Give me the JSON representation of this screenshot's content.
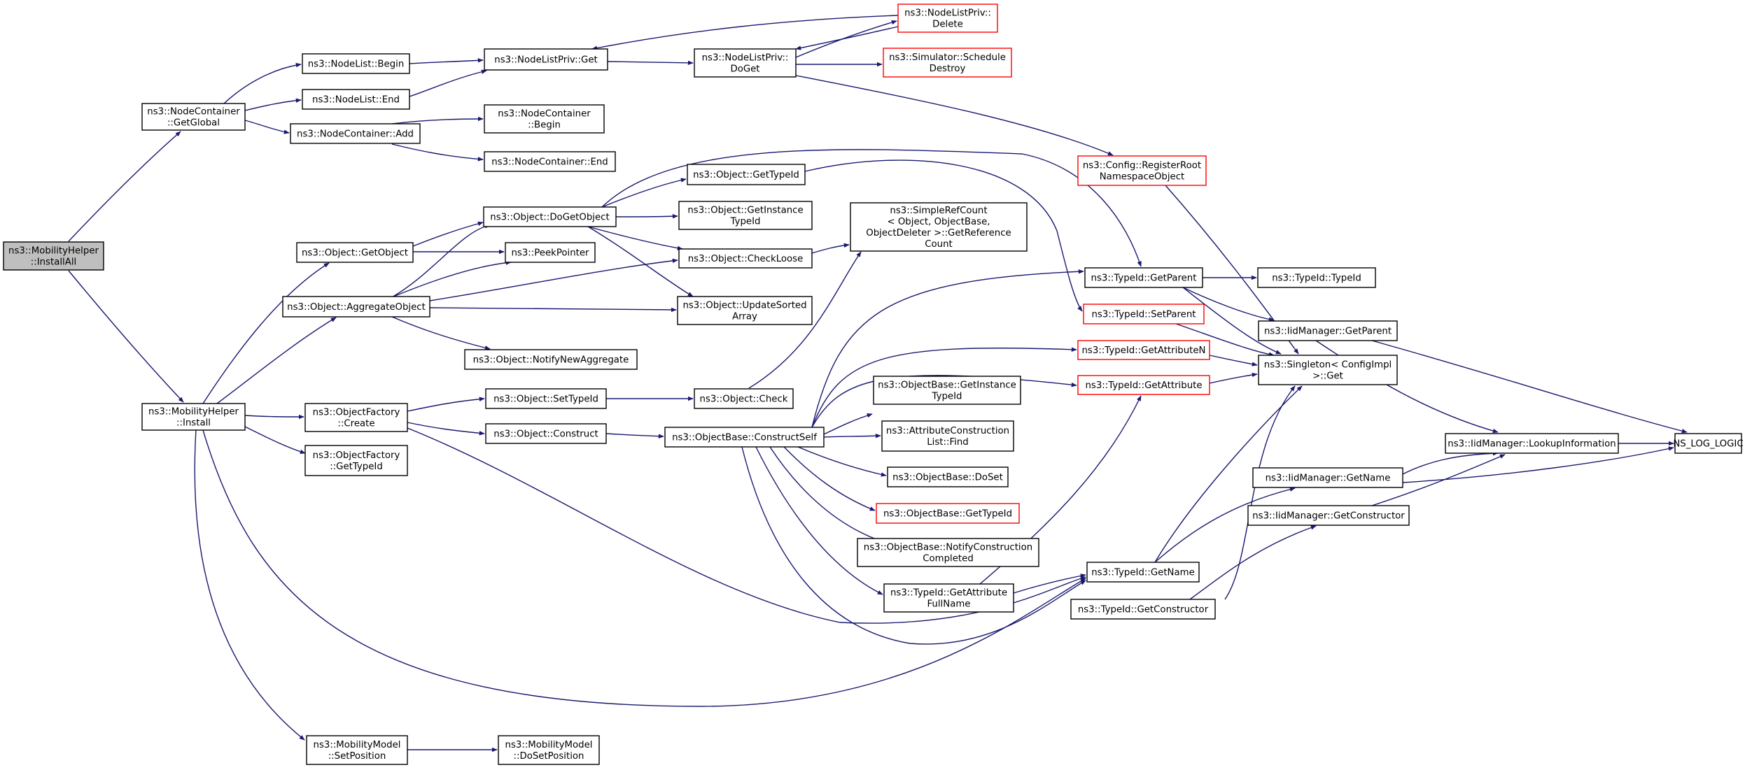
{
  "colors": {
    "edge": "#191970",
    "node_border": "#000000",
    "node_border_truncated": "#ff0000",
    "root_fill": "#bfbfbf"
  },
  "nodes": [
    {
      "id": "root",
      "lines": [
        "ns3::MobilityHelper",
        "::InstallAll"
      ],
      "style": "root"
    },
    {
      "id": "ncGetGlobal",
      "lines": [
        "ns3::NodeContainer",
        "::GetGlobal"
      ]
    },
    {
      "id": "mhInstall",
      "lines": [
        "ns3::MobilityHelper",
        "::Install"
      ]
    },
    {
      "id": "nlBegin",
      "lines": [
        "ns3::NodeList::Begin"
      ]
    },
    {
      "id": "nlEnd",
      "lines": [
        "ns3::NodeList::End"
      ]
    },
    {
      "id": "ncAdd",
      "lines": [
        "ns3::NodeContainer::Add"
      ]
    },
    {
      "id": "nlpGet",
      "lines": [
        "ns3::NodeListPriv::Get"
      ]
    },
    {
      "id": "nlpDoGet",
      "lines": [
        "ns3::NodeListPriv::",
        "DoGet"
      ]
    },
    {
      "id": "nlpDelete",
      "lines": [
        "ns3::NodeListPriv::",
        "Delete"
      ],
      "style": "red"
    },
    {
      "id": "simSchedDestroy",
      "lines": [
        "ns3::Simulator::Schedule",
        "Destroy"
      ],
      "style": "red"
    },
    {
      "id": "ncBegin",
      "lines": [
        "ns3::NodeContainer",
        "::Begin"
      ]
    },
    {
      "id": "ncEnd",
      "lines": [
        "ns3::NodeContainer::End"
      ]
    },
    {
      "id": "cfgRegRoot",
      "lines": [
        "ns3::Config::RegisterRoot",
        "NamespaceObject"
      ],
      "style": "red"
    },
    {
      "id": "objGetObject",
      "lines": [
        "ns3::Object::GetObject"
      ]
    },
    {
      "id": "objAggregate",
      "lines": [
        "ns3::Object::AggregateObject"
      ]
    },
    {
      "id": "objDoGetObject",
      "lines": [
        "ns3::Object::DoGetObject"
      ]
    },
    {
      "id": "peekPointer",
      "lines": [
        "ns3::PeekPointer"
      ]
    },
    {
      "id": "objGetTypeId",
      "lines": [
        "ns3::Object::GetTypeId"
      ]
    },
    {
      "id": "objGetInstTid",
      "lines": [
        "ns3::Object::GetInstance",
        "TypeId"
      ]
    },
    {
      "id": "objCheckLoose",
      "lines": [
        "ns3::Object::CheckLoose"
      ]
    },
    {
      "id": "objUpdSorted",
      "lines": [
        "ns3::Object::UpdateSorted",
        "Array"
      ]
    },
    {
      "id": "objNotifyNewAgg",
      "lines": [
        "ns3::Object::NotifyNewAggregate"
      ]
    },
    {
      "id": "srcGetRefCount",
      "lines": [
        "ns3::SimpleRefCount",
        "< Object, ObjectBase,",
        "ObjectDeleter >::GetReference",
        "Count"
      ]
    },
    {
      "id": "ofCreate",
      "lines": [
        "ns3::ObjectFactory",
        "::Create"
      ]
    },
    {
      "id": "ofGetTypeId",
      "lines": [
        "ns3::ObjectFactory",
        "::GetTypeId"
      ]
    },
    {
      "id": "objSetTypeId",
      "lines": [
        "ns3::Object::SetTypeId"
      ]
    },
    {
      "id": "objConstruct",
      "lines": [
        "ns3::Object::Construct"
      ]
    },
    {
      "id": "objCheck",
      "lines": [
        "ns3::Object::Check"
      ]
    },
    {
      "id": "obConstructSelf",
      "lines": [
        "ns3::ObjectBase::ConstructSelf"
      ]
    },
    {
      "id": "obGetInstTid",
      "lines": [
        "ns3::ObjectBase::GetInstance",
        "TypeId"
      ]
    },
    {
      "id": "acFind",
      "lines": [
        "ns3::AttributeConstruction",
        "List::Find"
      ]
    },
    {
      "id": "obDoSet",
      "lines": [
        "ns3::ObjectBase::DoSet"
      ]
    },
    {
      "id": "obGetTypeId",
      "lines": [
        "ns3::ObjectBase::GetTypeId"
      ],
      "style": "red"
    },
    {
      "id": "obNotifyConstr",
      "lines": [
        "ns3::ObjectBase::NotifyConstruction",
        "Completed"
      ]
    },
    {
      "id": "tidGetAttrFull",
      "lines": [
        "ns3::TypeId::GetAttribute",
        "FullName"
      ]
    },
    {
      "id": "tidGetParent",
      "lines": [
        "ns3::TypeId::GetParent"
      ]
    },
    {
      "id": "tidSetParent",
      "lines": [
        "ns3::TypeId::SetParent"
      ],
      "style": "red"
    },
    {
      "id": "tidGetAttrN",
      "lines": [
        "ns3::TypeId::GetAttributeN"
      ],
      "style": "red"
    },
    {
      "id": "tidGetAttr",
      "lines": [
        "ns3::TypeId::GetAttribute"
      ],
      "style": "red"
    },
    {
      "id": "tidGetName",
      "lines": [
        "ns3::TypeId::GetName"
      ]
    },
    {
      "id": "tidGetConstructor",
      "lines": [
        "ns3::TypeId::GetConstructor"
      ]
    },
    {
      "id": "tidTypeId",
      "lines": [
        "ns3::TypeId::TypeId"
      ]
    },
    {
      "id": "iidGetParent",
      "lines": [
        "ns3::IidManager::GetParent"
      ]
    },
    {
      "id": "singletonGet",
      "lines": [
        "ns3::Singleton< ConfigImpl",
        ">::Get"
      ]
    },
    {
      "id": "iidGetName",
      "lines": [
        "ns3::IidManager::GetName"
      ]
    },
    {
      "id": "iidGetConstructor",
      "lines": [
        "ns3::IidManager::GetConstructor"
      ]
    },
    {
      "id": "iidLookup",
      "lines": [
        "ns3::IidManager::LookupInformation"
      ]
    },
    {
      "id": "nsLogLogic",
      "lines": [
        "NS_LOG_LOGIC"
      ]
    },
    {
      "id": "mmSetPosition",
      "lines": [
        "ns3::MobilityModel",
        "::SetPosition"
      ]
    },
    {
      "id": "mmDoSetPosition",
      "lines": [
        "ns3::MobilityModel",
        "::DoSetPosition"
      ]
    }
  ]
}
